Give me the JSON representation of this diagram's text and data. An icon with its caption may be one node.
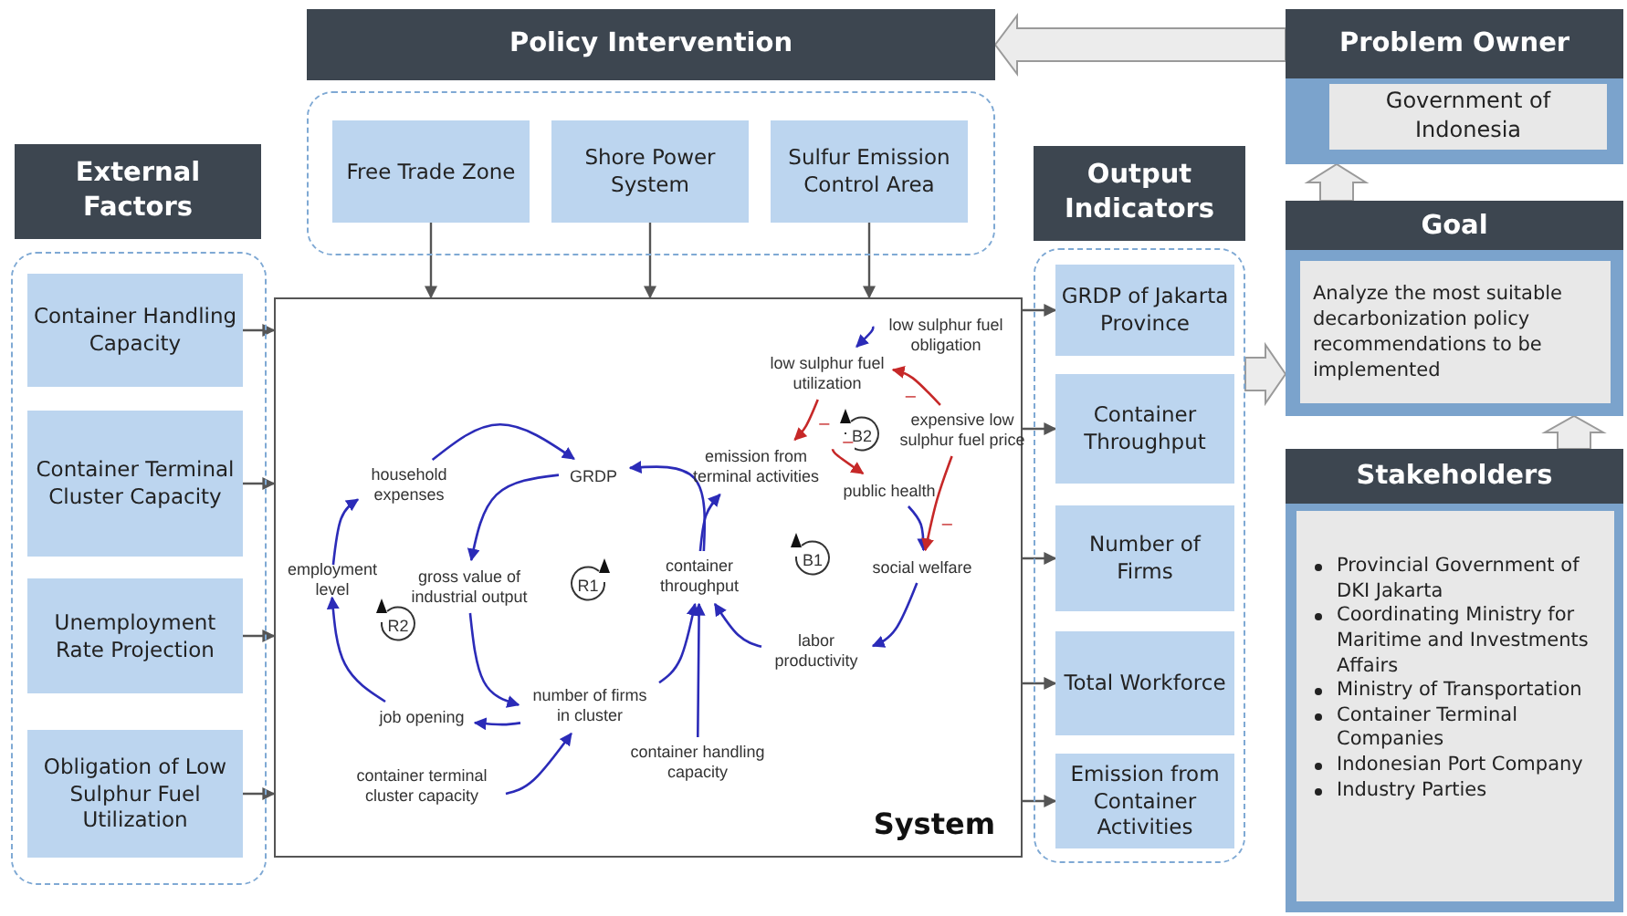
{
  "diagram": {
    "nodes": [
      {
        "text": [
          "Policy Intervention"
        ]
      },
      {
        "text": [],
        "shape": "box"
      },
      {
        "text": [
          "Free Trade Zone"
        ],
        "in": 1
      },
      {
        "text": [
          "Shore Power System"
        ],
        "in": 1
      },
      {
        "text": [
          "Sulfur Emission Control Area"
        ],
        "in": 1
      },
      {
        "text": [
          "Problem Owner"
        ]
      },
      {
        "text": [
          "Government of Indonesia"
        ],
        "in": 5
      },
      {
        "text": [
          "External Factors"
        ]
      },
      {
        "text": [],
        "shape": "box"
      },
      {
        "text": [
          "Container Handling Capacity"
        ],
        "in": 8
      },
      {
        "text": [
          "Container Terminal Cluster Capacity"
        ],
        "in": 8
      },
      {
        "text": [
          "Unemployment Rate Projection"
        ],
        "in": 8
      },
      {
        "text": [
          "Obligation of Low Sulphur Fuel Utilization"
        ],
        "in": 8
      },
      {
        "text": [
          "System"
        ]
      },
      {
        "text": [
          "household expenses"
        ],
        "in": 13
      },
      {
        "text": [
          "GRDP"
        ],
        "in": 13
      },
      {
        "text": [
          "employment level"
        ],
        "in": 13
      },
      {
        "text": [
          "gross value of industrial output"
        ],
        "in": 13
      },
      {
        "text": [
          "job opening"
        ],
        "in": 13
      },
      {
        "text": [
          "number of firms in cluster"
        ],
        "in": 13
      },
      {
        "text": [
          "container terminal cluster capacity"
        ],
        "in": 13
      },
      {
        "text": [
          "container throughput"
        ],
        "in": 13
      },
      {
        "text": [
          "container handling capacity"
        ],
        "in": 13
      },
      {
        "text": [
          "labor productivity"
        ],
        "in": 13
      },
      {
        "text": [
          "social welfare"
        ],
        "in": 13
      },
      {
        "text": [
          "public health"
        ],
        "in": 13
      },
      {
        "text": [
          "emission from terminal activities"
        ],
        "in": 13
      },
      {
        "text": [
          "low sulphur fuel utilization"
        ],
        "in": 13
      },
      {
        "text": [
          "low sulphur fuel obligation"
        ],
        "in": 13
      },
      {
        "text": [
          "expensive low sulphur fuel price"
        ],
        "in": 13
      },
      {
        "text": [
          "Output Indicators"
        ]
      },
      {
        "text": [],
        "shape": "box"
      },
      {
        "text": [
          "GRDP of Jakarta Province"
        ],
        "in": 31
      },
      {
        "text": [
          "Container Throughput"
        ],
        "in": 31
      },
      {
        "text": [
          "Number of Firms"
        ],
        "in": 31
      },
      {
        "text": [
          "Total Workforce"
        ],
        "in": 31
      },
      {
        "text": [
          "Emission from Container Activities"
        ],
        "in": 31
      },
      {
        "text": [
          "Goal"
        ]
      },
      {
        "text": [
          "Analyze the most suitable decarbonization policy recommendations to be implemented"
        ],
        "in": 37
      },
      {
        "text": [
          "Stakeholders"
        ]
      },
      {
        "text": [
          "Provincial Government of DKI Jakarta",
          "Coordinating Ministry for Maritime and Investments Affairs",
          "Ministry of Transportation",
          "Container Terminal Companies",
          "Indonesian Port Company",
          "Industry Parties"
        ],
        "in": 39
      }
    ],
    "edges": [
      {
        "from": 2,
        "to": 13,
        "arrow": "to",
        "color": "#555555"
      },
      {
        "from": 3,
        "to": 13,
        "arrow": "to",
        "color": "#555555"
      },
      {
        "from": 4,
        "to": 13,
        "arrow": "to",
        "color": "#555555"
      },
      {
        "from": 9,
        "to": 13,
        "arrow": "to",
        "color": "#555555"
      },
      {
        "from": 10,
        "to": 13,
        "arrow": "to",
        "color": "#555555"
      },
      {
        "from": 11,
        "to": 13,
        "arrow": "to",
        "color": "#555555"
      },
      {
        "from": 12,
        "to": 13,
        "arrow": "to",
        "color": "#555555"
      },
      {
        "from": 13,
        "to": 32,
        "arrow": "to",
        "color": "#555555"
      },
      {
        "from": 13,
        "to": 33,
        "arrow": "to",
        "color": "#555555"
      },
      {
        "from": 13,
        "to": 34,
        "arrow": "to",
        "color": "#555555"
      },
      {
        "from": 13,
        "to": 35,
        "arrow": "to",
        "color": "#555555"
      },
      {
        "from": 13,
        "to": 36,
        "arrow": "to",
        "color": "#555555"
      },
      {
        "from": 5,
        "to": 0,
        "arrow": "to",
        "style": "thick",
        "color": "#ececec"
      },
      {
        "from": 37,
        "to": 5,
        "arrow": "to",
        "style": "thick",
        "color": "#ececec"
      },
      {
        "from": 31,
        "to": 37,
        "arrow": "to",
        "style": "thick",
        "color": "#ececec"
      },
      {
        "from": 39,
        "to": 37,
        "arrow": "to",
        "style": "thick",
        "color": "#ececec"
      },
      {
        "from": 14,
        "to": 15,
        "arrow": "to"
      },
      {
        "from": 15,
        "to": 17,
        "arrow": "to"
      },
      {
        "from": 17,
        "to": 19,
        "arrow": "to"
      },
      {
        "from": 19,
        "to": 18,
        "arrow": "to"
      },
      {
        "from": 18,
        "to": 16,
        "arrow": "to"
      },
      {
        "from": 16,
        "to": 14,
        "arrow": "to"
      },
      {
        "from": 20,
        "to": 19,
        "arrow": "to"
      },
      {
        "from": 19,
        "to": 21,
        "arrow": "to"
      },
      {
        "from": 21,
        "to": 15,
        "arrow": "to"
      },
      {
        "from": 21,
        "to": 26,
        "arrow": "to"
      },
      {
        "from": 22,
        "to": 21,
        "arrow": "to"
      },
      {
        "from": 23,
        "to": 21,
        "arrow": "to"
      },
      {
        "from": 24,
        "to": 23,
        "arrow": "to"
      },
      {
        "from": 25,
        "to": 24,
        "arrow": "to"
      },
      {
        "from": 26,
        "to": 25,
        "arrow": "to",
        "label": "–",
        "color": "#c62828"
      },
      {
        "from": 27,
        "to": 26,
        "arrow": "to",
        "label": "–",
        "color": "#c62828"
      },
      {
        "from": 28,
        "to": 27,
        "arrow": "to"
      },
      {
        "from": 29,
        "to": 27,
        "arrow": "to",
        "label": "–",
        "color": "#c62828"
      },
      {
        "from": 29,
        "to": 24,
        "arrow": "to",
        "label": "–",
        "color": "#c62828"
      }
    ],
    "labels": [
      "B2",
      "B1",
      "R1",
      "R2"
    ]
  }
}
